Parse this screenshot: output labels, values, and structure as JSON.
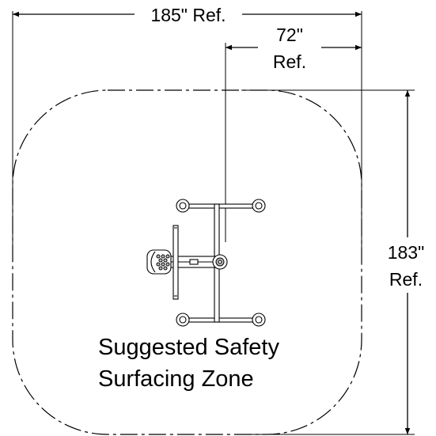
{
  "dimensions": {
    "width_label": "185\" Ref.",
    "inner_width_value": "72\"",
    "inner_width_ref": "Ref.",
    "height_value": "183\"",
    "height_ref": "Ref."
  },
  "zone": {
    "line1": "Suggested Safety",
    "line2": "Surfacing Zone"
  }
}
